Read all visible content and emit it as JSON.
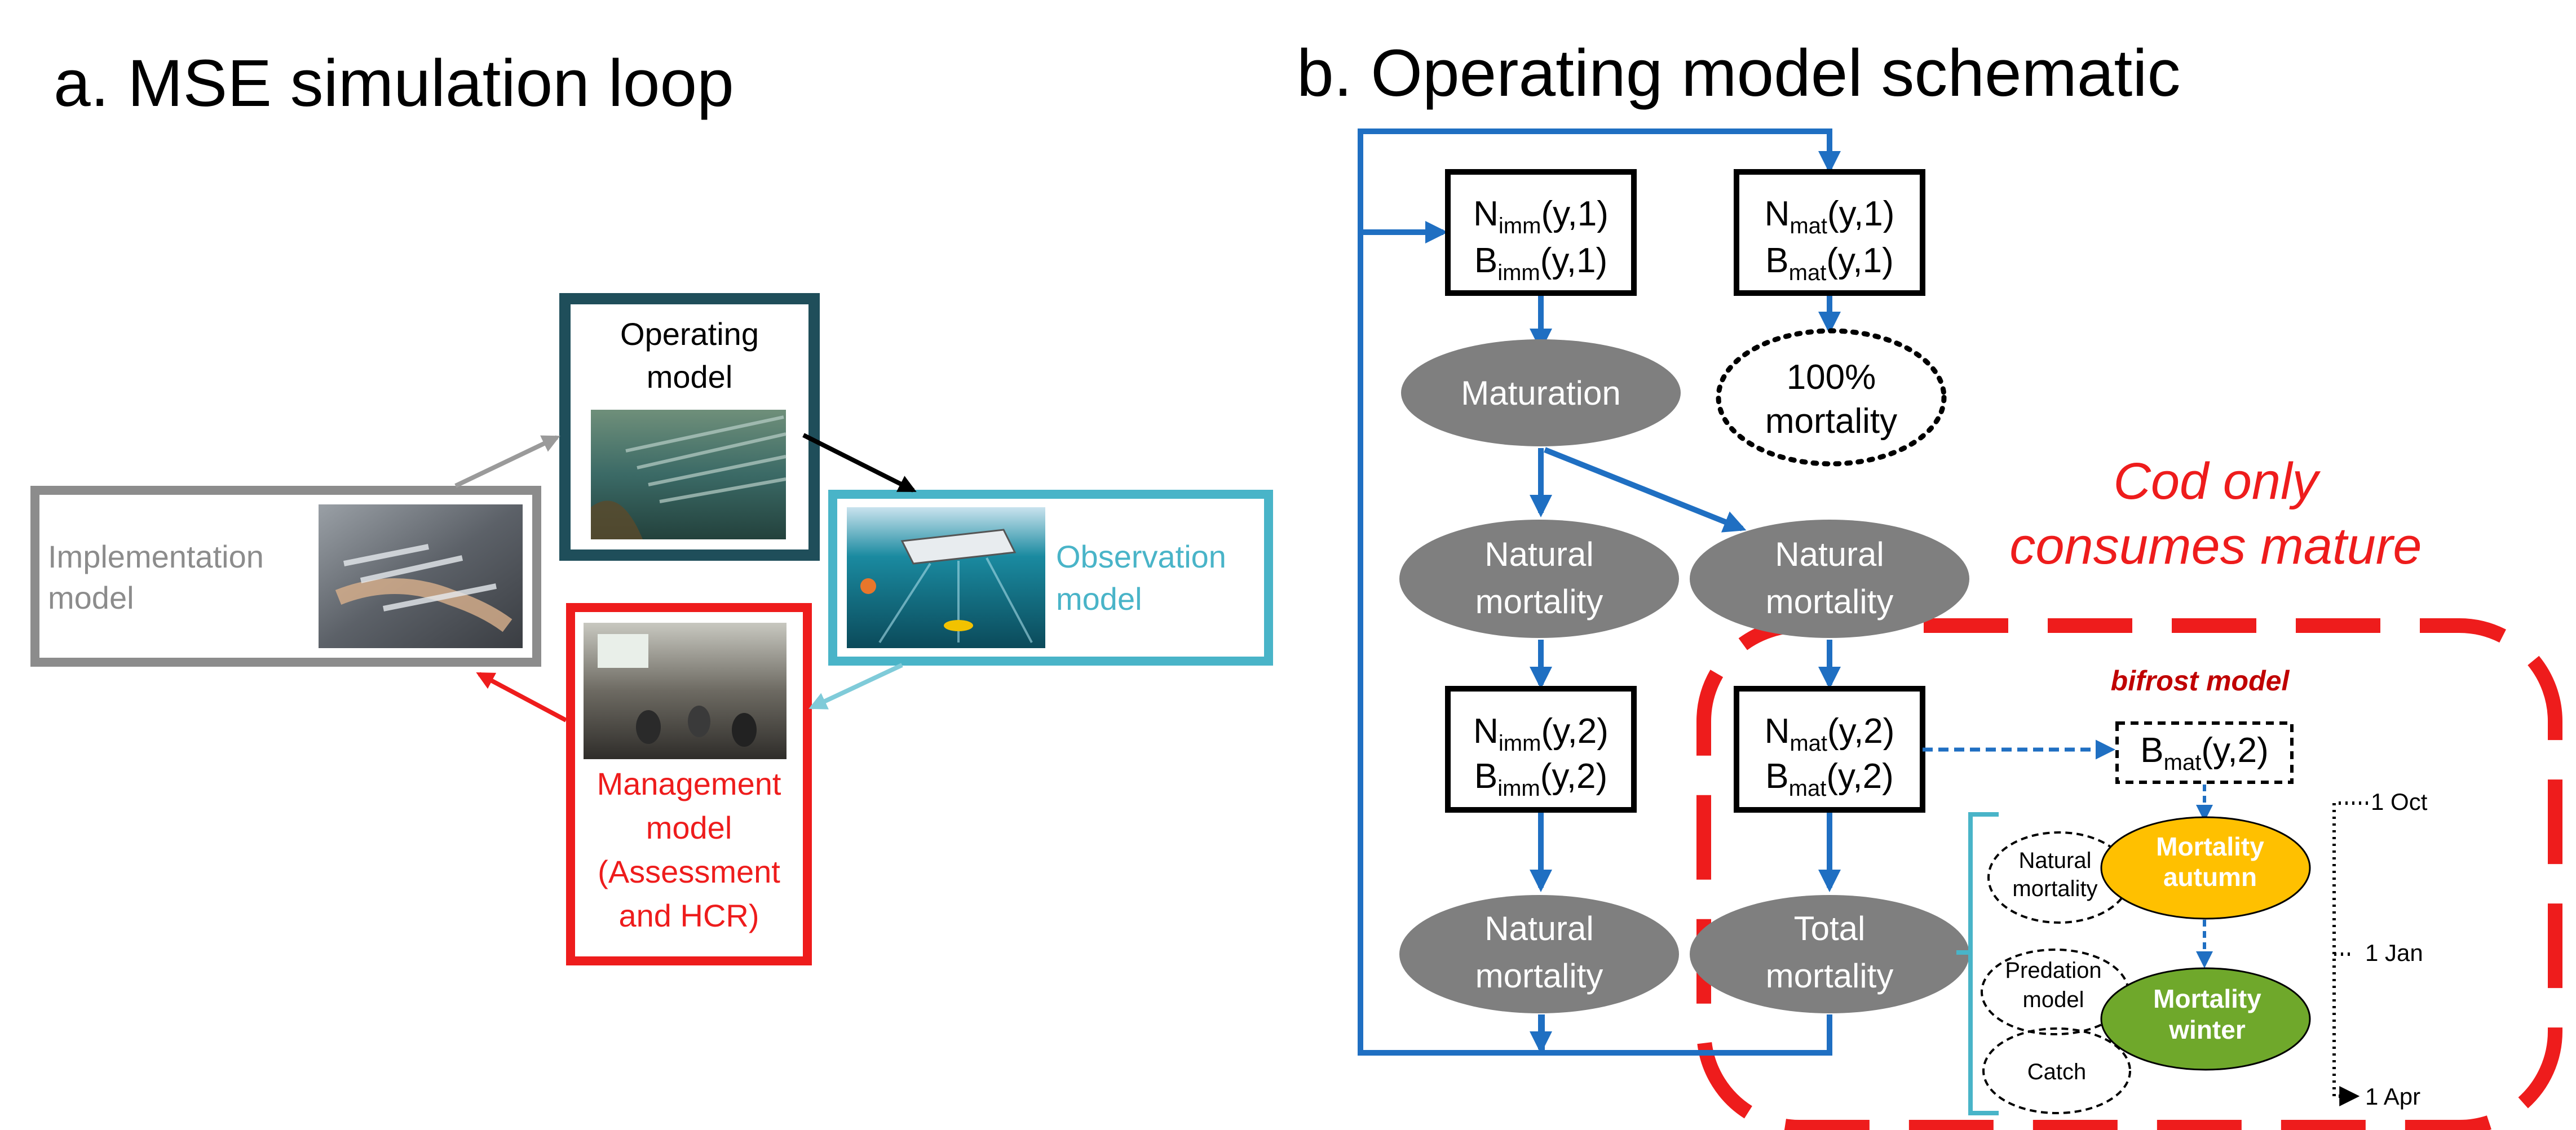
{
  "panel_a": {
    "title": "a. MSE simulation loop",
    "operating_model": [
      "Operating",
      "model"
    ],
    "implementation_model": [
      "Implementation",
      "model"
    ],
    "observation_model": [
      "Observation",
      "model"
    ],
    "management_model": [
      "Management",
      "model",
      "(Assessment",
      "and HCR)"
    ]
  },
  "panel_b": {
    "title": "b. Operating model schematic",
    "n_imm_y1": {
      "main": "N",
      "sub": "imm",
      "tail": "(y,1)"
    },
    "b_imm_y1": {
      "main": "B",
      "sub": "imm",
      "tail": "(y,1)"
    },
    "n_mat_y1": {
      "main": "N",
      "sub": "mat",
      "tail": "(y,1)"
    },
    "b_mat_y1": {
      "main": "B",
      "sub": "mat",
      "tail": "(y,1)"
    },
    "n_imm_y2": {
      "main": "N",
      "sub": "imm",
      "tail": "(y,2)"
    },
    "b_imm_y2": {
      "main": "B",
      "sub": "imm",
      "tail": "(y,2)"
    },
    "n_mat_y2": {
      "main": "N",
      "sub": "mat",
      "tail": "(y,2)"
    },
    "b_mat_y2": {
      "main": "B",
      "sub": "mat",
      "tail": "(y,2)"
    },
    "bifrost_b": {
      "main": "B",
      "sub": "mat",
      "tail": "(y,2)"
    },
    "maturation": "Maturation",
    "hundred_mortality": [
      "100%",
      "mortality"
    ],
    "natural_mortality": [
      "Natural",
      "mortality"
    ],
    "total_mortality": [
      "Total",
      "mortality"
    ],
    "cod_note": [
      "Cod only",
      "consumes mature"
    ],
    "bifrost_label": "bifrost model",
    "mortality_autumn": [
      "Mortality",
      "autumn"
    ],
    "mortality_winter": [
      "Mortality",
      "winter"
    ],
    "small_natural_mortality": [
      "Natural",
      "mortality"
    ],
    "predation_model": [
      "Predation",
      "model"
    ],
    "catch": "Catch",
    "dates": [
      "1 Oct",
      "1 Jan",
      "1 Apr"
    ]
  },
  "colors": {
    "arrow_blue": "#1f6fc2",
    "red": "#ee1c1c",
    "grey_ellipse": "#7f7f7f",
    "teal_dark": "#1f4e5a",
    "cyan": "#49b4c8",
    "implementation_grey": "#8c8c8c",
    "autumn": "#ffc000",
    "winter": "#6fa82b"
  }
}
